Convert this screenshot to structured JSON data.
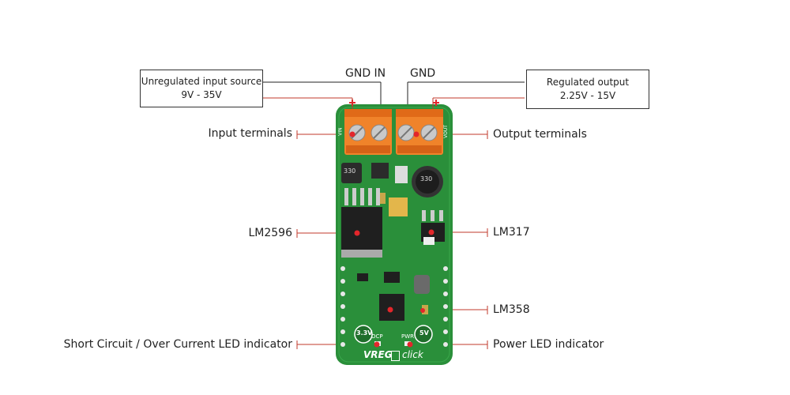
{
  "callout_boxes": {
    "input_source": {
      "line1": "Unregulated input source",
      "line2": "9V - 35V"
    },
    "output": {
      "line1": "Regulated output",
      "line2": "2.25V - 15V"
    }
  },
  "terminal_labels": {
    "gnd_in": "GND IN",
    "gnd": "GND"
  },
  "left_labels": {
    "input_terminals": "Input terminals",
    "lm2596": "LM2596",
    "short_circuit": "Short Circuit / Over Current LED indicator"
  },
  "right_labels": {
    "output_terminals": "Output terminals",
    "lm317": "LM317",
    "lm358": "LM358",
    "power_led": "Power LED indicator"
  },
  "board": {
    "title": "VREG",
    "brand": "click",
    "badge_left": "3.3V",
    "badge_right": "5V",
    "led_left": "OCP",
    "led_right": "PWR",
    "inductor_code": "330",
    "cap_text": "330",
    "vin_text": "VIN",
    "vout_text": "VOUT"
  },
  "colors": {
    "pcb": "#2a8f3a",
    "pcb_dark": "#1f6e2b",
    "terminal": "#f0832a",
    "callout_line": "#c0392b",
    "dot": "#e3262b"
  }
}
